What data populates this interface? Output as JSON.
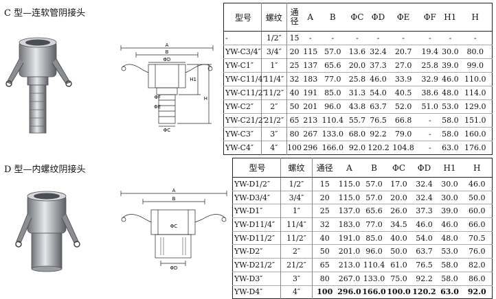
{
  "c_section": {
    "title": "C 型—连软管阴接头",
    "headers": [
      "型号",
      "螺纹",
      "通径",
      "A",
      "B",
      "ΦC",
      "ΦD",
      "ΦE",
      "ΦF",
      "H1",
      "H"
    ],
    "rows": [
      [
        "-",
        "1/2″",
        "15",
        "-",
        "-",
        "-",
        "-",
        "-",
        "-",
        "-",
        "-"
      ],
      [
        "YW-C3/4″",
        "3/4″",
        "20",
        "115",
        "57.0",
        "13.6",
        "32.4",
        "20.7",
        "19.4",
        "30.0",
        "80.0"
      ],
      [
        "YW-C1″",
        "1″",
        "25",
        "137",
        "65.6",
        "20.0",
        "37.3",
        "27.0",
        "25.8",
        "39.0",
        "99.0"
      ],
      [
        "YW-C11/4″",
        "11/4″",
        "32",
        "183",
        "77.0",
        "25.8",
        "46.0",
        "33.9",
        "32.9",
        "46.0",
        "110.0"
      ],
      [
        "YW-C11/2″",
        "11/2″",
        "40",
        "191",
        "85.0",
        "31.3",
        "54.0",
        "40.5",
        "38.6",
        "48.0",
        "114.0"
      ],
      [
        "YW-C2″",
        "2″",
        "50",
        "201",
        "96.0",
        "43.8",
        "63.7",
        "52.0",
        "51.0",
        "53.0",
        "129.0"
      ],
      [
        "YW-C21/2″",
        "21/2″",
        "65",
        "213",
        "110.4",
        "55.7",
        "76.5",
        "66.8",
        "-",
        "58.0",
        "151.0"
      ],
      [
        "YW-C3″",
        "3″",
        "80",
        "267",
        "133.0",
        "68.0",
        "92.2",
        "79.0",
        "-",
        "58.0",
        "160.0"
      ],
      [
        "YW-C4″",
        "4″",
        "100",
        "296",
        "166.0",
        "92.0",
        "120.2",
        "104.8",
        "-",
        "63.0",
        "176.0"
      ]
    ],
    "drawing_labels": {
      "a": "A",
      "b": "B",
      "d": "ΦD",
      "f": "ΦF",
      "e": "ΦE",
      "c": "ΦC",
      "h1": "H1",
      "h": "H"
    }
  },
  "d_section": {
    "title": "D 型—内螺纹阴接头",
    "headers": [
      "型号",
      "螺纹",
      "通径",
      "A",
      "B",
      "ΦC",
      "ΦD",
      "H1",
      "H"
    ],
    "rows": [
      [
        "YW-D1/2″",
        "1/2″",
        "15",
        "115.0",
        "57.0",
        "17.0",
        "32.4",
        "30.0",
        "46.0"
      ],
      [
        "YW-D3/4″",
        "3/4″",
        "20",
        "115.0",
        "57.0",
        "20.0",
        "32.4",
        "30.0",
        "50.0"
      ],
      [
        "YW-D1″",
        "1″",
        "25",
        "137.0",
        "65.6",
        "26.0",
        "37.3",
        "39.0",
        "60.0"
      ],
      [
        "YW-D11/4″",
        "11/4″",
        "32",
        "183.0",
        "77.0",
        "34.5",
        "46.0",
        "46.0",
        "66.0"
      ],
      [
        "YW-D11/2″",
        "11/2″",
        "40",
        "191.0",
        "85.0",
        "40.0",
        "54.0",
        "48.0",
        "70.5"
      ],
      [
        "YW-D2″",
        "2″",
        "50",
        "201.0",
        "96.0",
        "50.0",
        "63.7",
        "53.0",
        "76.0"
      ],
      [
        "YW-D21/2″",
        "21/2″",
        "65",
        "213.0",
        "110.4",
        "61.0",
        "76.5",
        "58.0",
        "82.0"
      ],
      [
        "YW-D3″",
        "3″",
        "80",
        "267.0",
        "133.0",
        "75.0",
        "92.2",
        "58.0",
        "86.0"
      ],
      [
        "YW-D4″",
        "4″",
        "100",
        "296.0",
        "166.0",
        "100.0",
        "120.2",
        "63.0",
        "92.0"
      ]
    ],
    "drawing_labels": {
      "a": "A",
      "b": "B",
      "c": "ΦC",
      "d": "ΦD"
    }
  },
  "colors": {
    "line": "#222222",
    "metal": "#b9bcc0",
    "metal_dark": "#6f7378"
  }
}
